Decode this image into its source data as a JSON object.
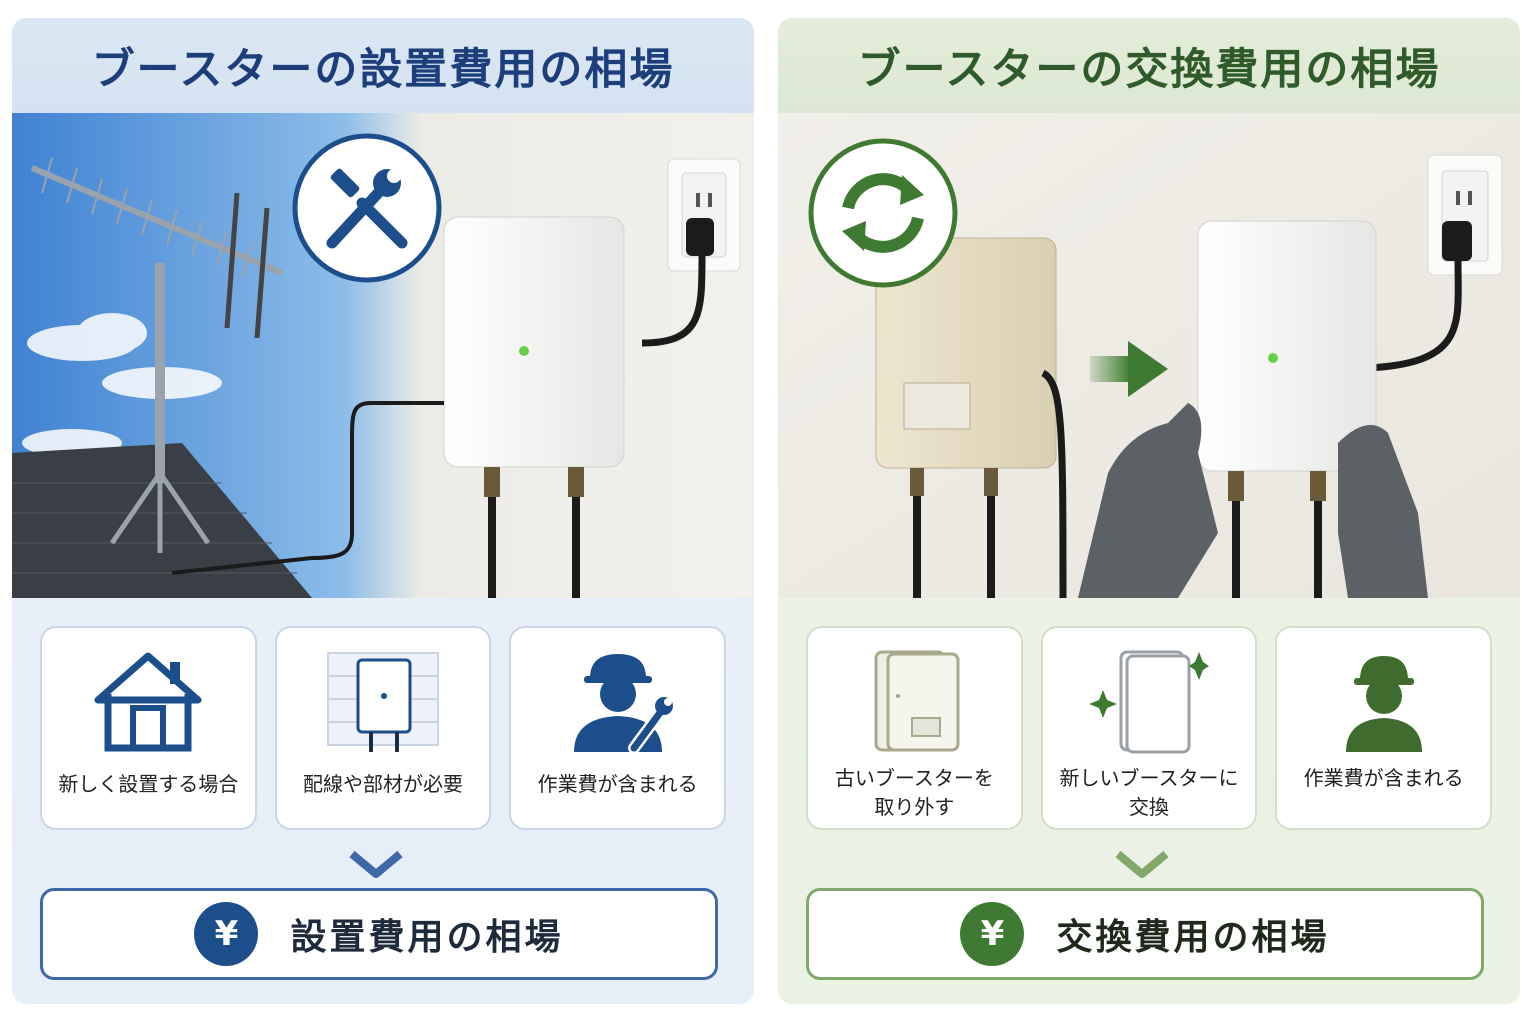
{
  "install": {
    "title": "ブースターの設置費用の相場",
    "cards": [
      {
        "label": "新しく設置する場合",
        "icon": "house-icon"
      },
      {
        "label": "配線や部材が必要",
        "icon": "booster-on-wall-icon"
      },
      {
        "label": "作業費が含まれる",
        "icon": "worker-with-wrench-icon"
      }
    ],
    "result_label": "設置費用の相場",
    "yen_symbol": "¥",
    "badge_icon": "tools-icon",
    "accent_color": "#1c4e8c"
  },
  "replace": {
    "title": "ブースターの交換費用の相場",
    "cards": [
      {
        "label": "古いブースターを\n取り外す",
        "icon": "old-booster-icon"
      },
      {
        "label": "新しいブースターに\n交換",
        "icon": "new-booster-sparkle-icon"
      },
      {
        "label": "作業費が含まれる",
        "icon": "worker-icon"
      }
    ],
    "result_label": "交換費用の相場",
    "yen_symbol": "¥",
    "badge_icon": "refresh-icon",
    "accent_color": "#3f7a32"
  }
}
